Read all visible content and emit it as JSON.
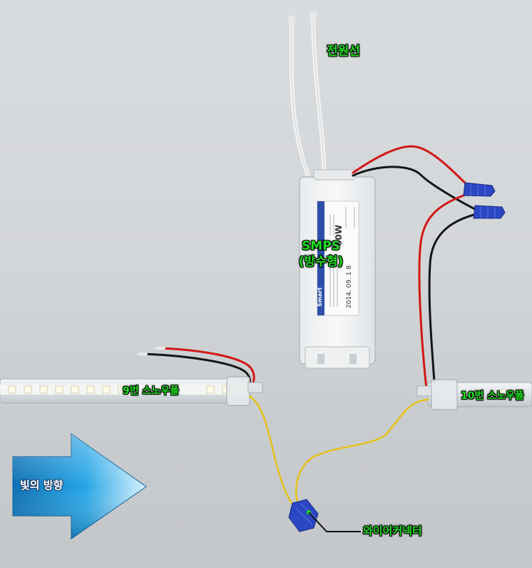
{
  "labels": {
    "power_line": "전원선",
    "smps": "SMPS",
    "smps_sub": "(방수형)",
    "tube_9": "9번 스노우폴",
    "tube_10": "10번 스노우폴",
    "light_direction": "빛의 방향",
    "wire_connector": "와이어커넥터"
  },
  "device": {
    "brand": "Smart",
    "wattage": "60W",
    "date": "2014. 09. 1 8"
  },
  "colors": {
    "label_green": "#1fe01f",
    "wire_red": "#d01818",
    "wire_black": "#151515",
    "wire_yellow": "#e4c21a",
    "connector_blue": "#2b47c4",
    "arrow_blue": "#1a9ad8"
  }
}
